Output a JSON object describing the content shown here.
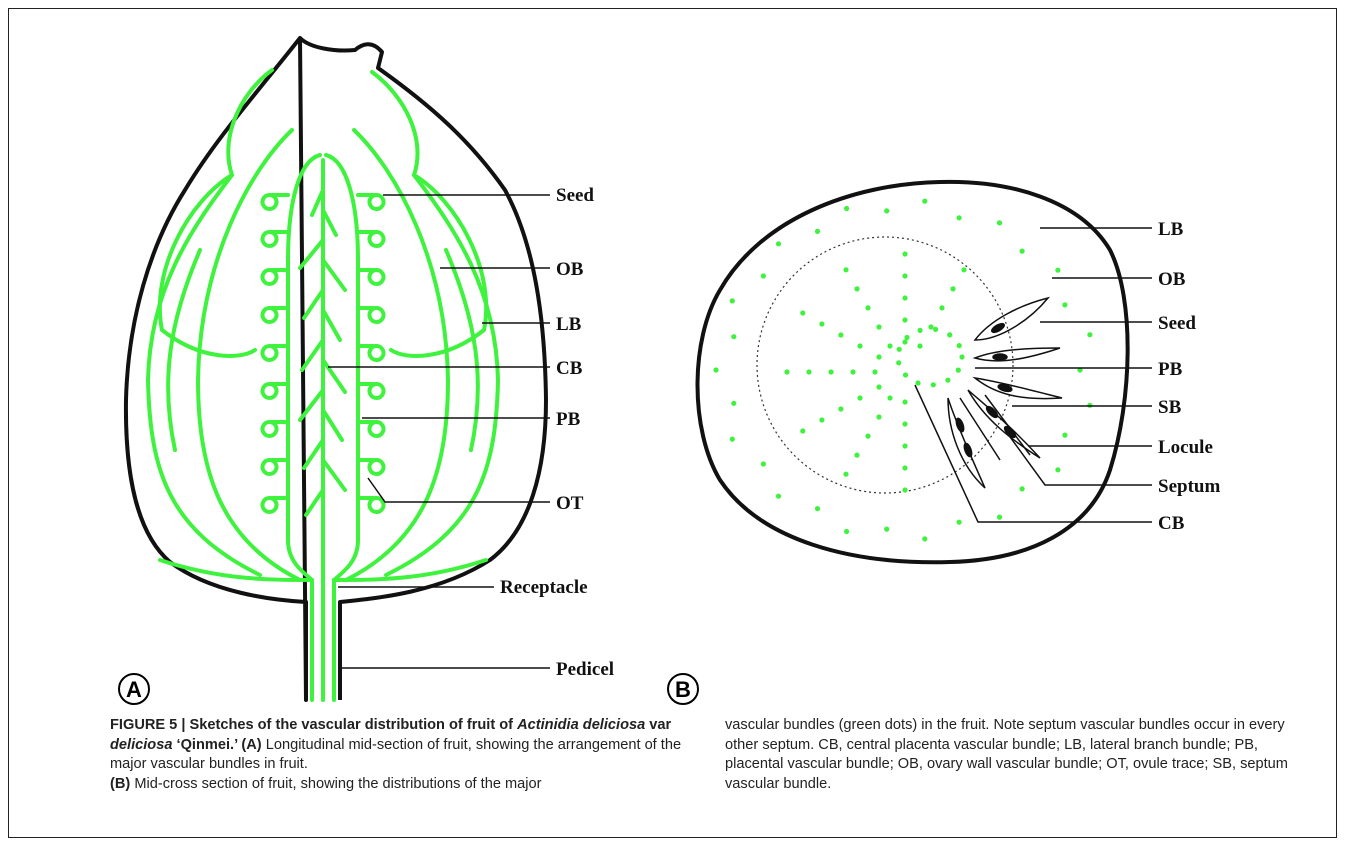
{
  "panel_a": {
    "letter": "A",
    "labels": {
      "seed": "Seed",
      "ob": "OB",
      "lb": "LB",
      "cb": "CB",
      "pb": "PB",
      "ot": "OT",
      "receptacle": "Receptacle",
      "pedicel": "Pedicel"
    }
  },
  "panel_b": {
    "letter": "B",
    "labels": {
      "lb": "LB",
      "ob": "OB",
      "seed": "Seed",
      "pb": "PB",
      "sb": "SB",
      "locule": "Locule",
      "septum": "Septum",
      "cb": "CB"
    }
  },
  "colors": {
    "vascular": "#3ef23e",
    "outline": "#111111"
  },
  "caption": {
    "fig_label": "FIGURE 5 | Sketches of the vascular distribution of fruit of ",
    "genus": "Actinidia",
    "species": "deliciosa",
    "var_word": " var ",
    "variety": "deliciosa",
    "cultivar": " ‘Qinmei.’ ",
    "a_tag": "(A)",
    "a_text": " Longitudinal mid-section of fruit, showing the arrangement of the major vascular bundles in fruit.",
    "b_tag": "(B)",
    "b_text": " Mid-cross section of fruit, showing the distributions of the major",
    "right_text": "vascular bundles (green dots) in the fruit. Note septum vascular bundles occur in every other septum. CB, central placenta vascular bundle; LB, lateral branch bundle; PB, placental vascular bundle; OB, ovary wall vascular bundle; OT, ovule trace; SB, septum vascular bundle."
  }
}
